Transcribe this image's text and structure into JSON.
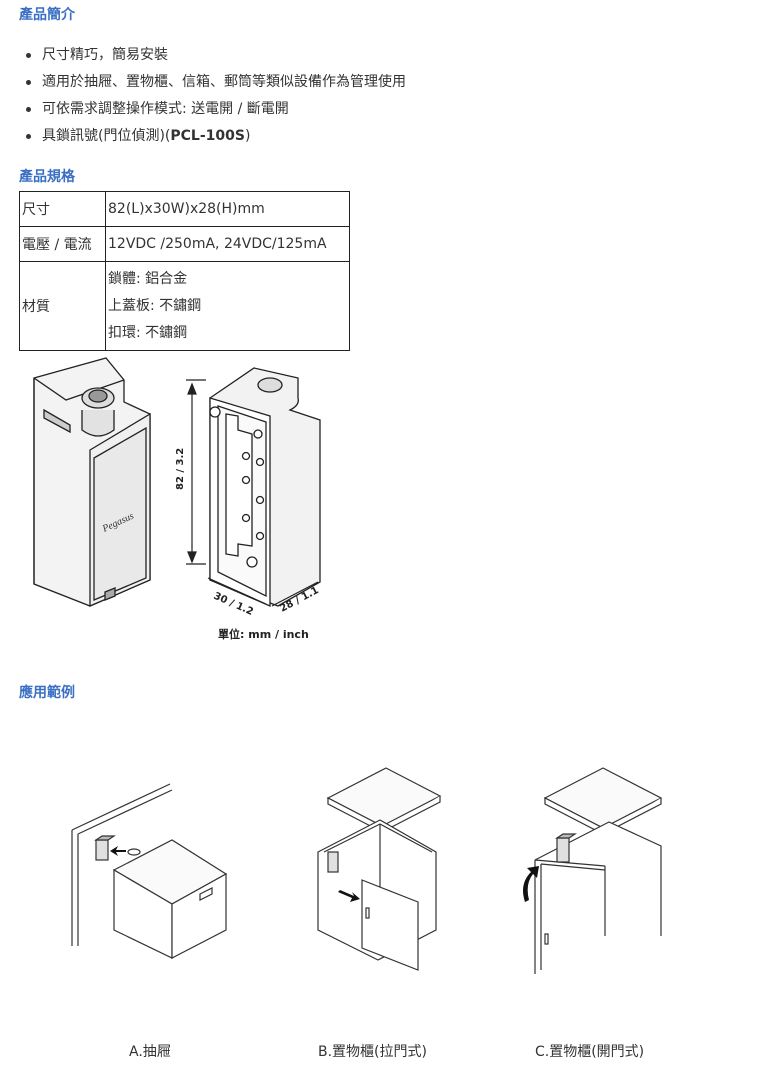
{
  "intro": {
    "title": "產品簡介",
    "bullets": [
      {
        "text": "尺寸精巧，簡易安裝",
        "bold": ""
      },
      {
        "text": "適用於抽屜、置物櫃、信箱、郵筒等類似設備作為管理使用",
        "bold": ""
      },
      {
        "text": "可依需求調整操作模式: 送電開 / 斷電開",
        "bold": ""
      },
      {
        "text": "具鎖訊號(門位偵測)(",
        "bold": "PCL-100S",
        "tail": ")"
      }
    ]
  },
  "spec": {
    "title": "產品規格",
    "rows": [
      {
        "key": "尺寸",
        "value": "82(L)x30W)x28(H)mm"
      },
      {
        "key": "電壓 / 電流",
        "value": "12VDC /250mA, 24VDC/125mA"
      },
      {
        "key": "材質",
        "lines": [
          "鎖體: 鋁合金",
          "上蓋板: 不鏽鋼",
          "扣環: 不鏽鋼"
        ]
      }
    ]
  },
  "drawing": {
    "brand": "Pegasus",
    "dim_height": "82 / 3.2",
    "dim_width": "30 / 1.2",
    "dim_depth": "28 / 1.1",
    "unit": "單位: mm / inch"
  },
  "application": {
    "title": "應用範例",
    "captions": [
      "A.抽屜",
      "B.置物櫃(拉門式)",
      "C.置物櫃(開門式)"
    ]
  }
}
